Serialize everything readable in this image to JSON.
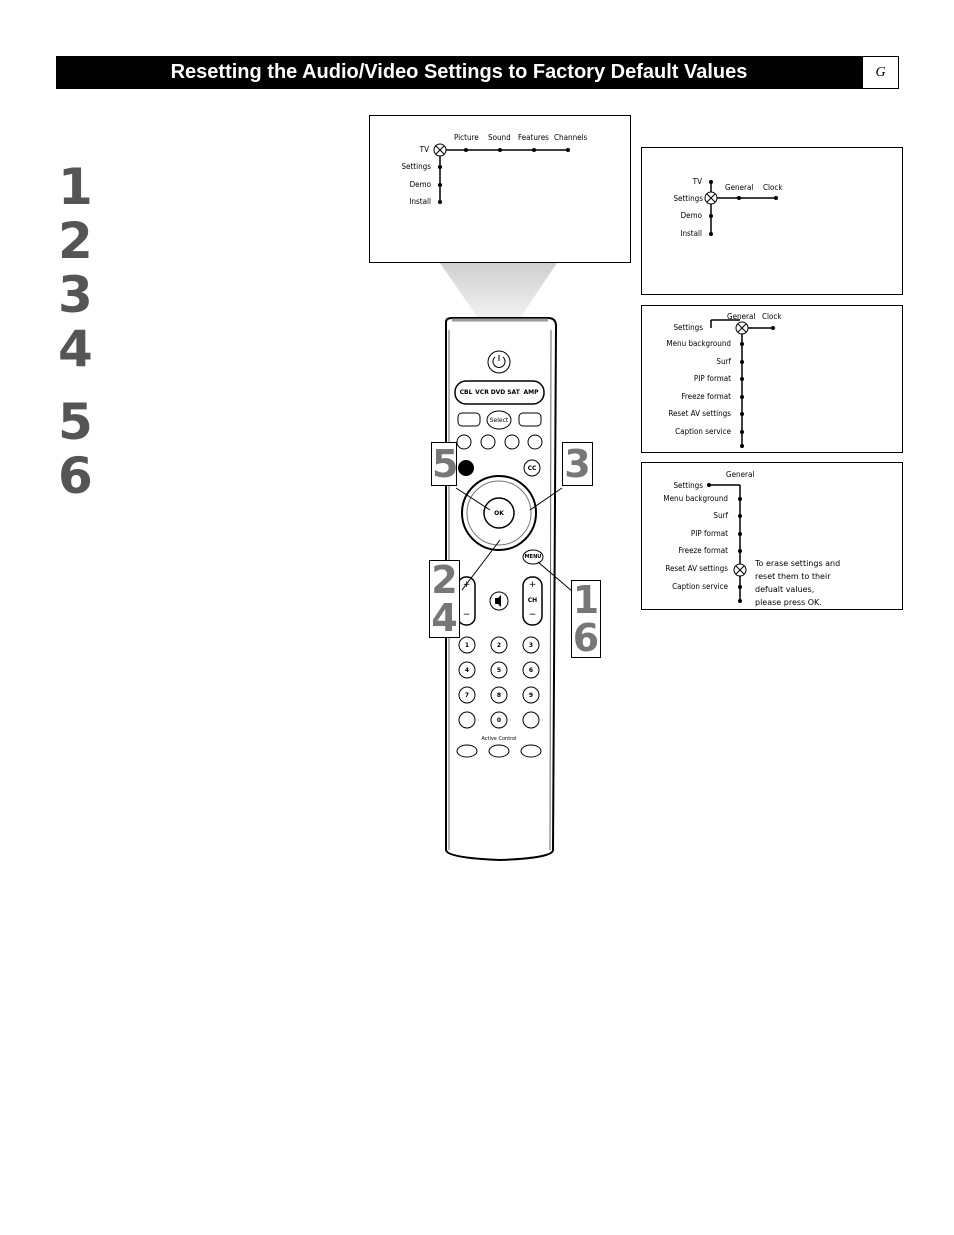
{
  "header": {
    "title": "Resetting the Audio/Video Settings to Factory Default Values",
    "tab": "G"
  },
  "steps": [
    "1",
    "2",
    "3",
    "4",
    "5",
    "6"
  ],
  "screen1": {
    "left_items": [
      "TV",
      "Settings",
      "Demo",
      "Install"
    ],
    "top_items": [
      "Picture",
      "Sound",
      "Features",
      "Channels"
    ]
  },
  "screen2": {
    "left_items": [
      "TV",
      "Settings",
      "Demo",
      "Install"
    ],
    "top_items": [
      "General",
      "Clock"
    ]
  },
  "screen3": {
    "left_top": "Settings",
    "top_items": [
      "General",
      "Clock"
    ],
    "items": [
      "Menu background",
      "Surf",
      "PIP format",
      "Freeze format",
      "Reset AV settings",
      "Caption service"
    ]
  },
  "screen4": {
    "left_top": "Settings",
    "top_items": [
      "General"
    ],
    "items": [
      "Menu background",
      "Surf",
      "PIP format",
      "Freeze format",
      "Reset AV settings",
      "Caption service"
    ],
    "message_lines": [
      "To erase settings and",
      "reset them to their",
      "defualt values,",
      "please press OK."
    ]
  },
  "remote": {
    "source_keys": [
      "CBL",
      "VCR",
      "DVD",
      "SAT",
      "AMP"
    ],
    "select": "Select",
    "ok": "OK",
    "cc": "CC",
    "menu": "MENU",
    "ch": "CH",
    "digits": [
      "1",
      "2",
      "3",
      "4",
      "5",
      "6",
      "7",
      "8",
      "9",
      "0"
    ],
    "active_control": "Active Control"
  },
  "callouts": {
    "c5": "5",
    "c3": "3",
    "c2": "2",
    "c4": "4",
    "c1": "1",
    "c6": "6"
  }
}
